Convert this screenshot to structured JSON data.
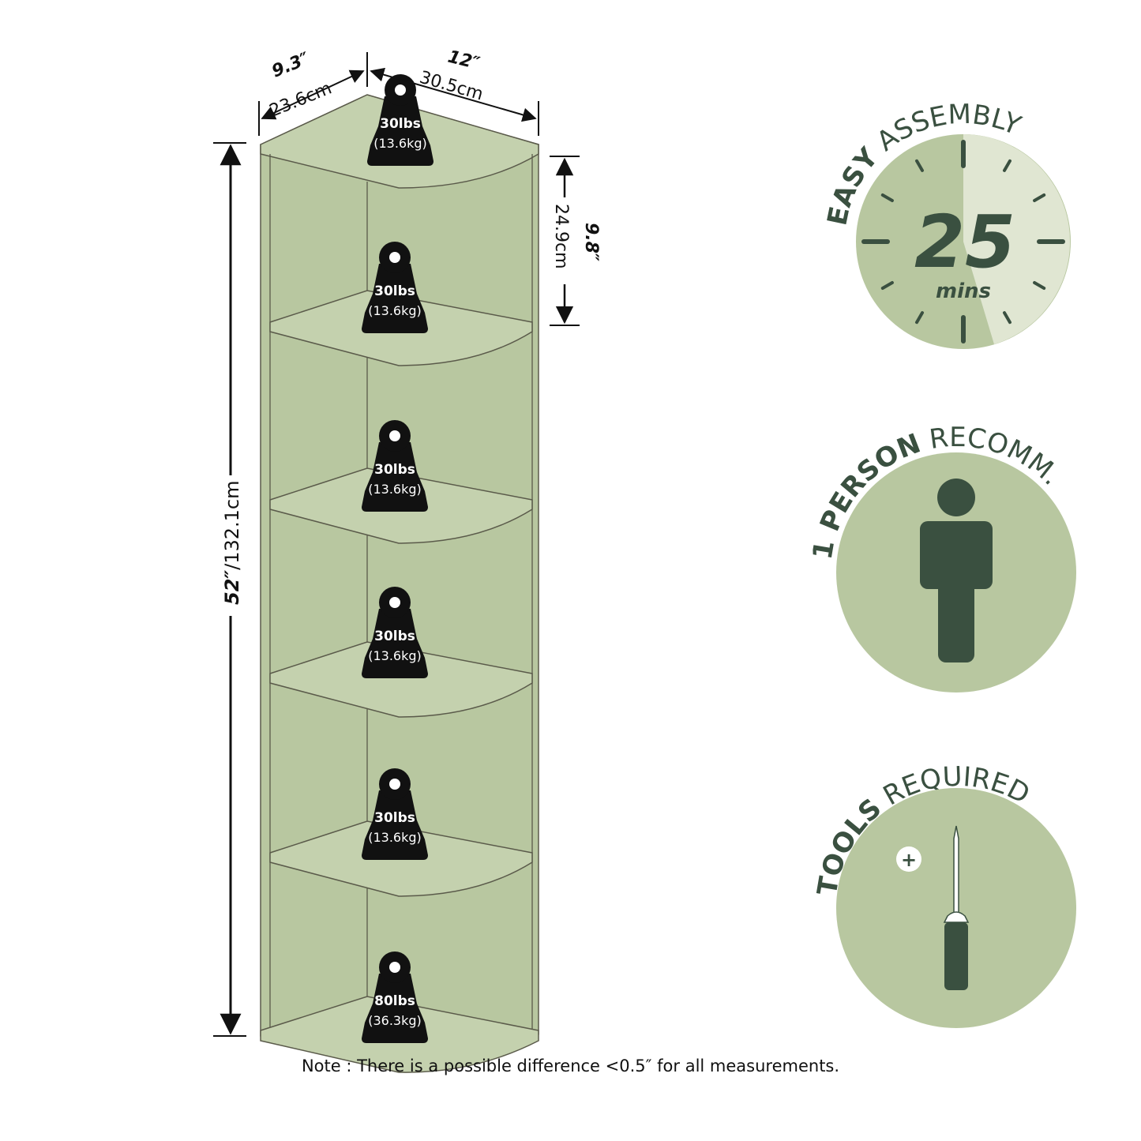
{
  "dimensions": {
    "depth_in": "9.3″",
    "depth_cm": "23.6cm",
    "width_in": "12″",
    "width_cm": "30.5cm",
    "shelf_gap_in": "9.8″",
    "shelf_gap_cm": "24.9cm",
    "height_in": "52″",
    "height_cm": "/132.1cm"
  },
  "weights": [
    {
      "lbs": "30lbs",
      "kg": "(13.6kg)"
    },
    {
      "lbs": "30lbs",
      "kg": "(13.6kg)"
    },
    {
      "lbs": "30lbs",
      "kg": "(13.6kg)"
    },
    {
      "lbs": "30lbs",
      "kg": "(13.6kg)"
    },
    {
      "lbs": "30lbs",
      "kg": "(13.6kg)"
    },
    {
      "lbs": "80lbs",
      "kg": "(36.3kg)"
    }
  ],
  "badges": {
    "assembly": {
      "bold": "EASY",
      "rest": " ASSEMBLY",
      "number": "25",
      "unit": "mins"
    },
    "person": {
      "bold": "1 PERSON",
      "rest": " RECOMM."
    },
    "tools": {
      "bold": "TOOLS",
      "rest": " REQUIRED",
      "plus": "+"
    }
  },
  "note": "Note : There is a possible difference <0.5″ for all measurements.",
  "colors": {
    "shelf_fill": "#b8c7a0",
    "badge_fill": "#b8c7a0",
    "badge_light": "#e0e6d2",
    "dark_green": "#3a5040",
    "weight_black": "#111111"
  }
}
